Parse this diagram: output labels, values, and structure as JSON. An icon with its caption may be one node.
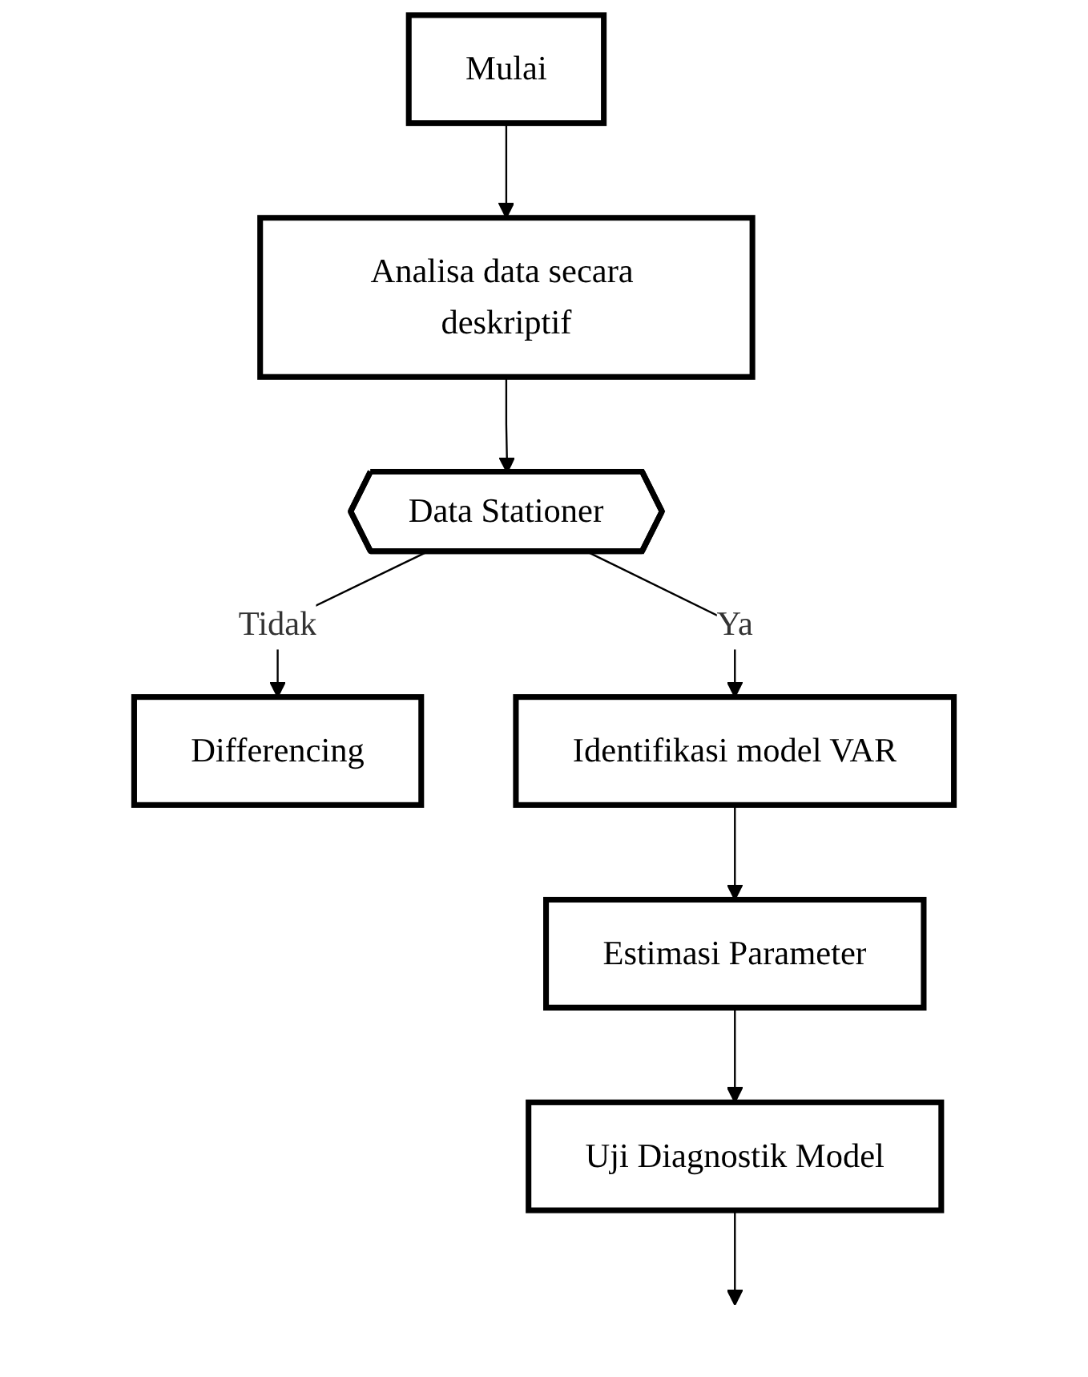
{
  "diagram": {
    "nodes": [
      {
        "text": [
          "Mulai"
        ]
      },
      {
        "text": [
          "Analisa data secara deskriptif"
        ]
      },
      {
        "text": [
          "Data Stationer"
        ]
      },
      {
        "text": [
          "Differencing"
        ]
      },
      {
        "text": [
          "Identifikasi model VAR"
        ]
      },
      {
        "text": [
          "Estimasi Parameter"
        ]
      },
      {
        "text": [
          "Uji Diagnostik Model"
        ]
      }
    ],
    "edges": [
      {
        "from": 0,
        "to": 1,
        "arrow": "to"
      },
      {
        "from": 1,
        "to": 2,
        "arrow": "to"
      },
      {
        "from": 2,
        "to": 3,
        "arrow": "to",
        "label": "Tidak"
      },
      {
        "from": 2,
        "to": 4,
        "arrow": "to",
        "label": "Ya"
      },
      {
        "from": 4,
        "to": 5,
        "arrow": "to"
      },
      {
        "from": 5,
        "to": 6,
        "arrow": "to"
      },
      {
        "from": 6,
        "to": null,
        "arrow": "to"
      }
    ]
  }
}
